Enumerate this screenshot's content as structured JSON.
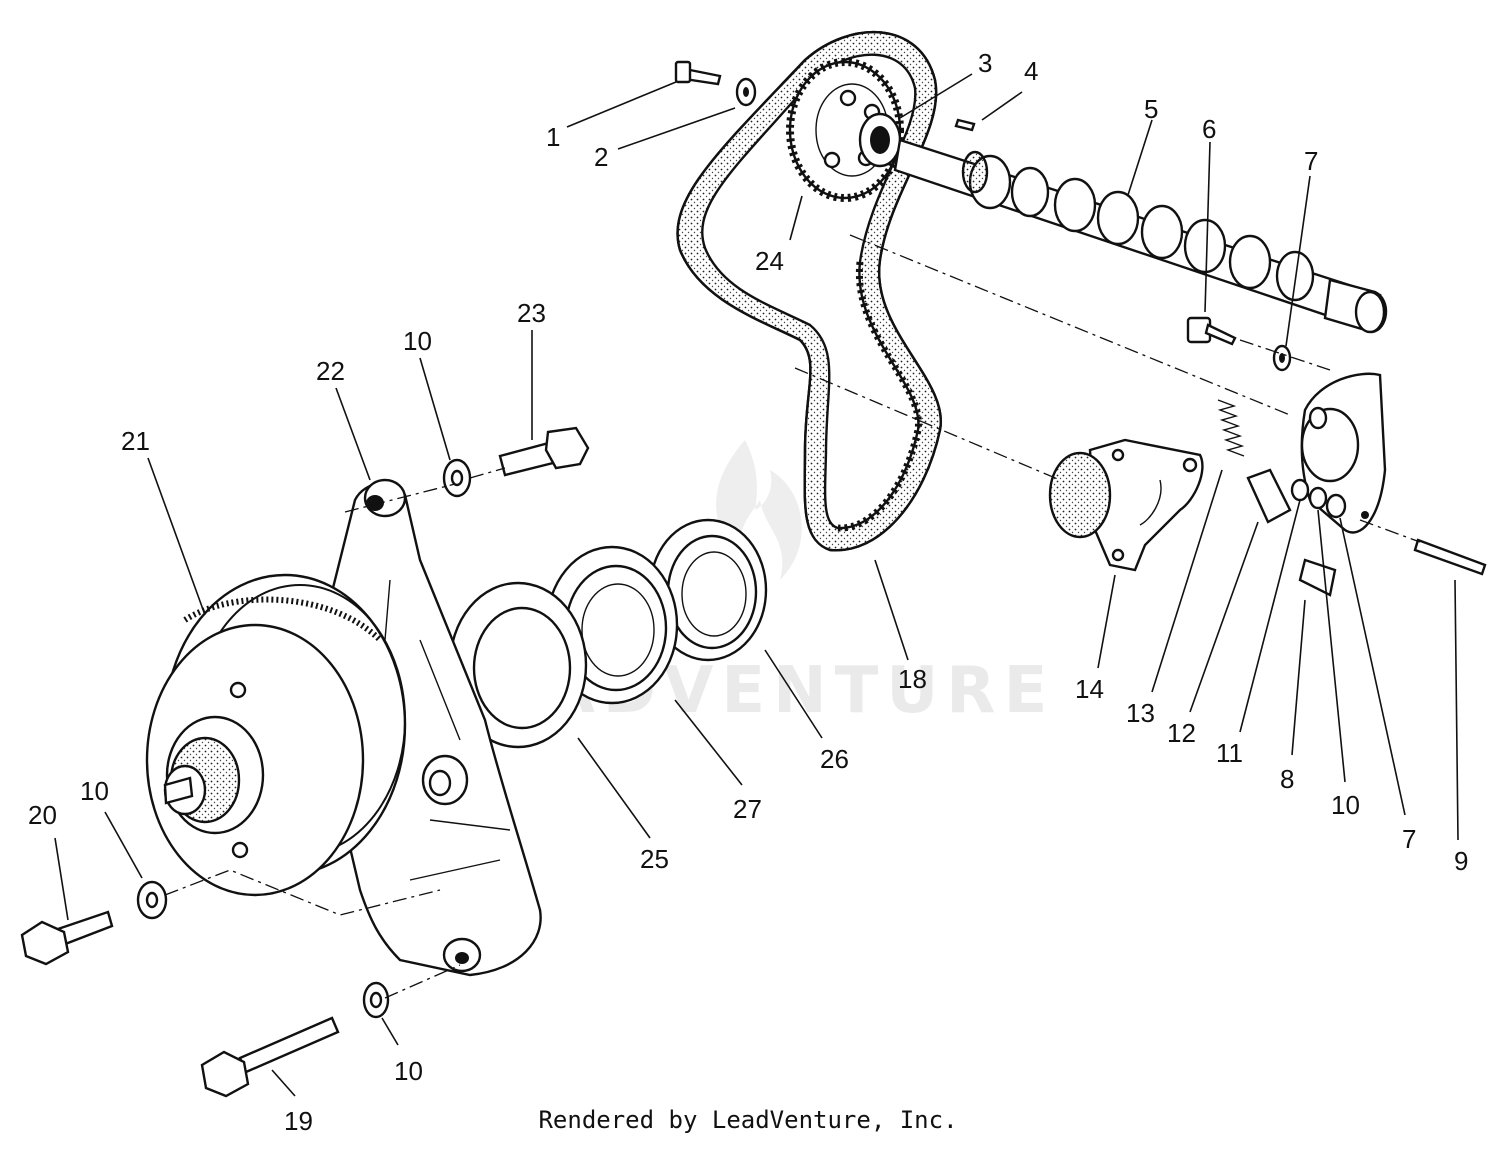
{
  "diagram": {
    "watermark_text": "LEADVENTURE",
    "credit": "Rendered by LeadVenture, Inc.",
    "ink_color": "#111111",
    "callouts": [
      "1",
      "2",
      "3",
      "4",
      "5",
      "6",
      "7",
      "24",
      "23",
      "10",
      "22",
      "21",
      "14",
      "13",
      "12",
      "11",
      "8",
      "10",
      "7",
      "9",
      "18",
      "26",
      "27",
      "25",
      "20",
      "10",
      "10",
      "19"
    ]
  }
}
